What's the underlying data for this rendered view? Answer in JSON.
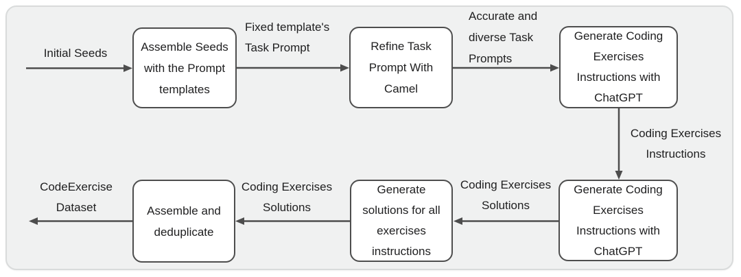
{
  "diagram": {
    "colors": {
      "canvas_bg": "#f0f1f1",
      "canvas_border": "#d9dbdb",
      "box_bg": "#ffffff",
      "box_border": "#4d4d4d",
      "arrow": "#4d4d4d",
      "text": "#1e1e1f"
    },
    "boxes": {
      "assemble_seeds": {
        "lines": [
          "Assemble Seeds",
          "with the Prompt",
          "templates"
        ]
      },
      "refine_task": {
        "lines": [
          "Refine Task",
          "Prompt With",
          "Camel"
        ]
      },
      "gen_instr_top": {
        "lines": [
          "Generate Coding",
          "Exercises",
          "Instructions with",
          "ChatGPT"
        ]
      },
      "gen_instr_bottom": {
        "lines": [
          "Generate Coding",
          "Exercises",
          "Instructions with",
          "ChatGPT"
        ]
      },
      "gen_solutions": {
        "lines": [
          "Generate",
          "solutions for all",
          "exercises",
          "instructions"
        ]
      },
      "assemble_dedup": {
        "lines": [
          "Assemble and",
          "deduplicate"
        ]
      }
    },
    "labels": {
      "initial_seeds": {
        "lines": [
          "Initial Seeds"
        ]
      },
      "fixed_template": {
        "lines": [
          "Fixed template's",
          "Task Prompt"
        ]
      },
      "accurate_diverse": {
        "lines": [
          "Accurate and",
          "diverse Task",
          "Prompts"
        ]
      },
      "coding_instructions": {
        "lines": [
          "Coding Exercises",
          "Instructions"
        ]
      },
      "solutions_right": {
        "lines": [
          "Coding Exercises",
          "Solutions"
        ]
      },
      "solutions_left": {
        "lines": [
          "Coding Exercises",
          "Solutions"
        ]
      },
      "dataset": {
        "lines": [
          "CodeExercise",
          "Dataset"
        ]
      }
    }
  }
}
